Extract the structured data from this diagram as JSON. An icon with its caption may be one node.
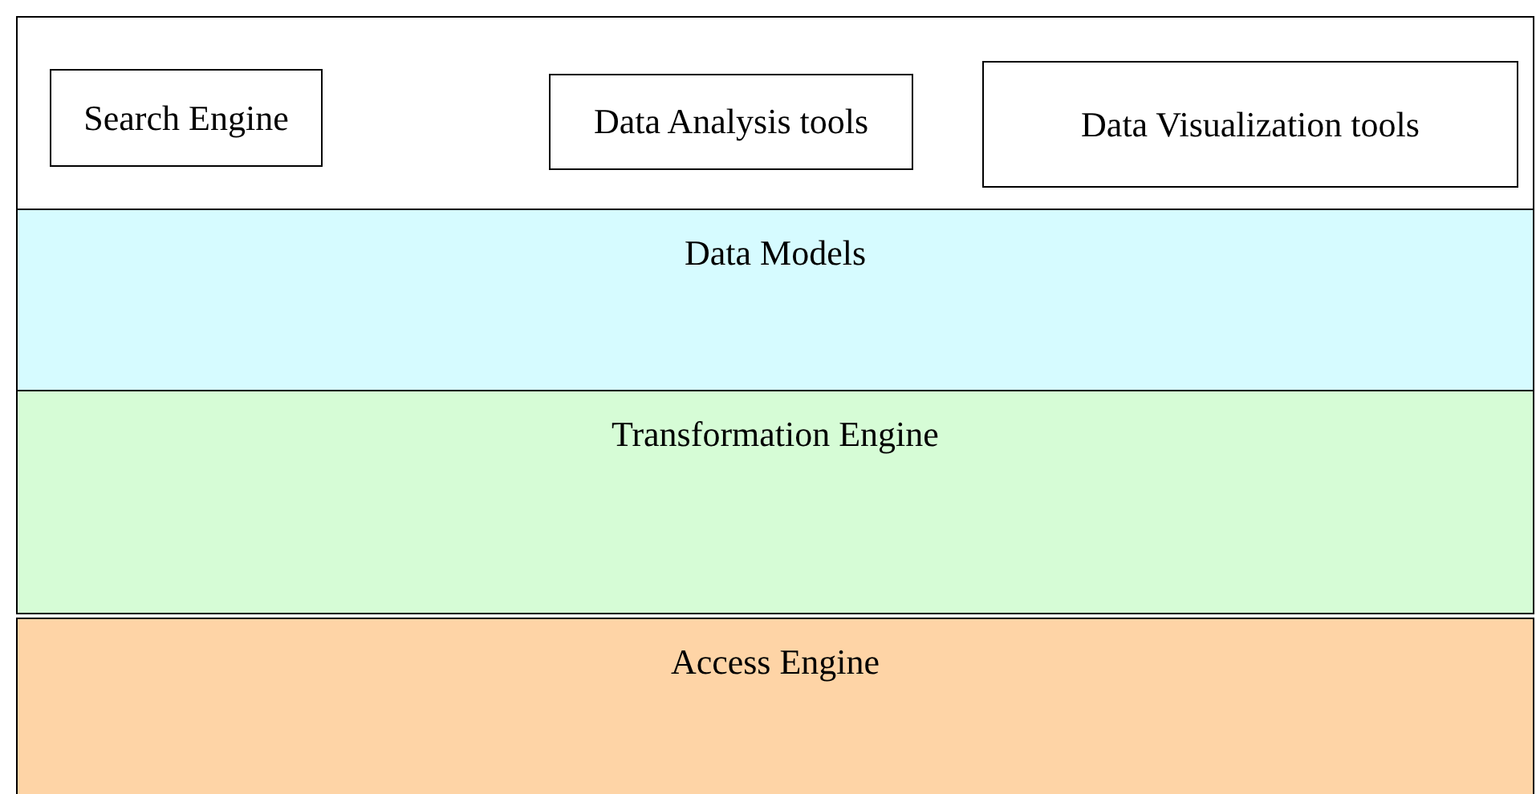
{
  "diagram": {
    "nodes": [
      {
        "text": [],
        "shape": "box"
      },
      {
        "text": [
          "Search Engine"
        ],
        "in": 0
      },
      {
        "text": [
          "Data Analysis tools"
        ],
        "in": 0
      },
      {
        "text": [
          "Data Visualization tools"
        ],
        "in": 0
      },
      {
        "text": [
          "Data Models"
        ]
      },
      {
        "text": [
          "Transformation Engine"
        ]
      },
      {
        "text": [
          "Access Engine"
        ]
      }
    ]
  }
}
